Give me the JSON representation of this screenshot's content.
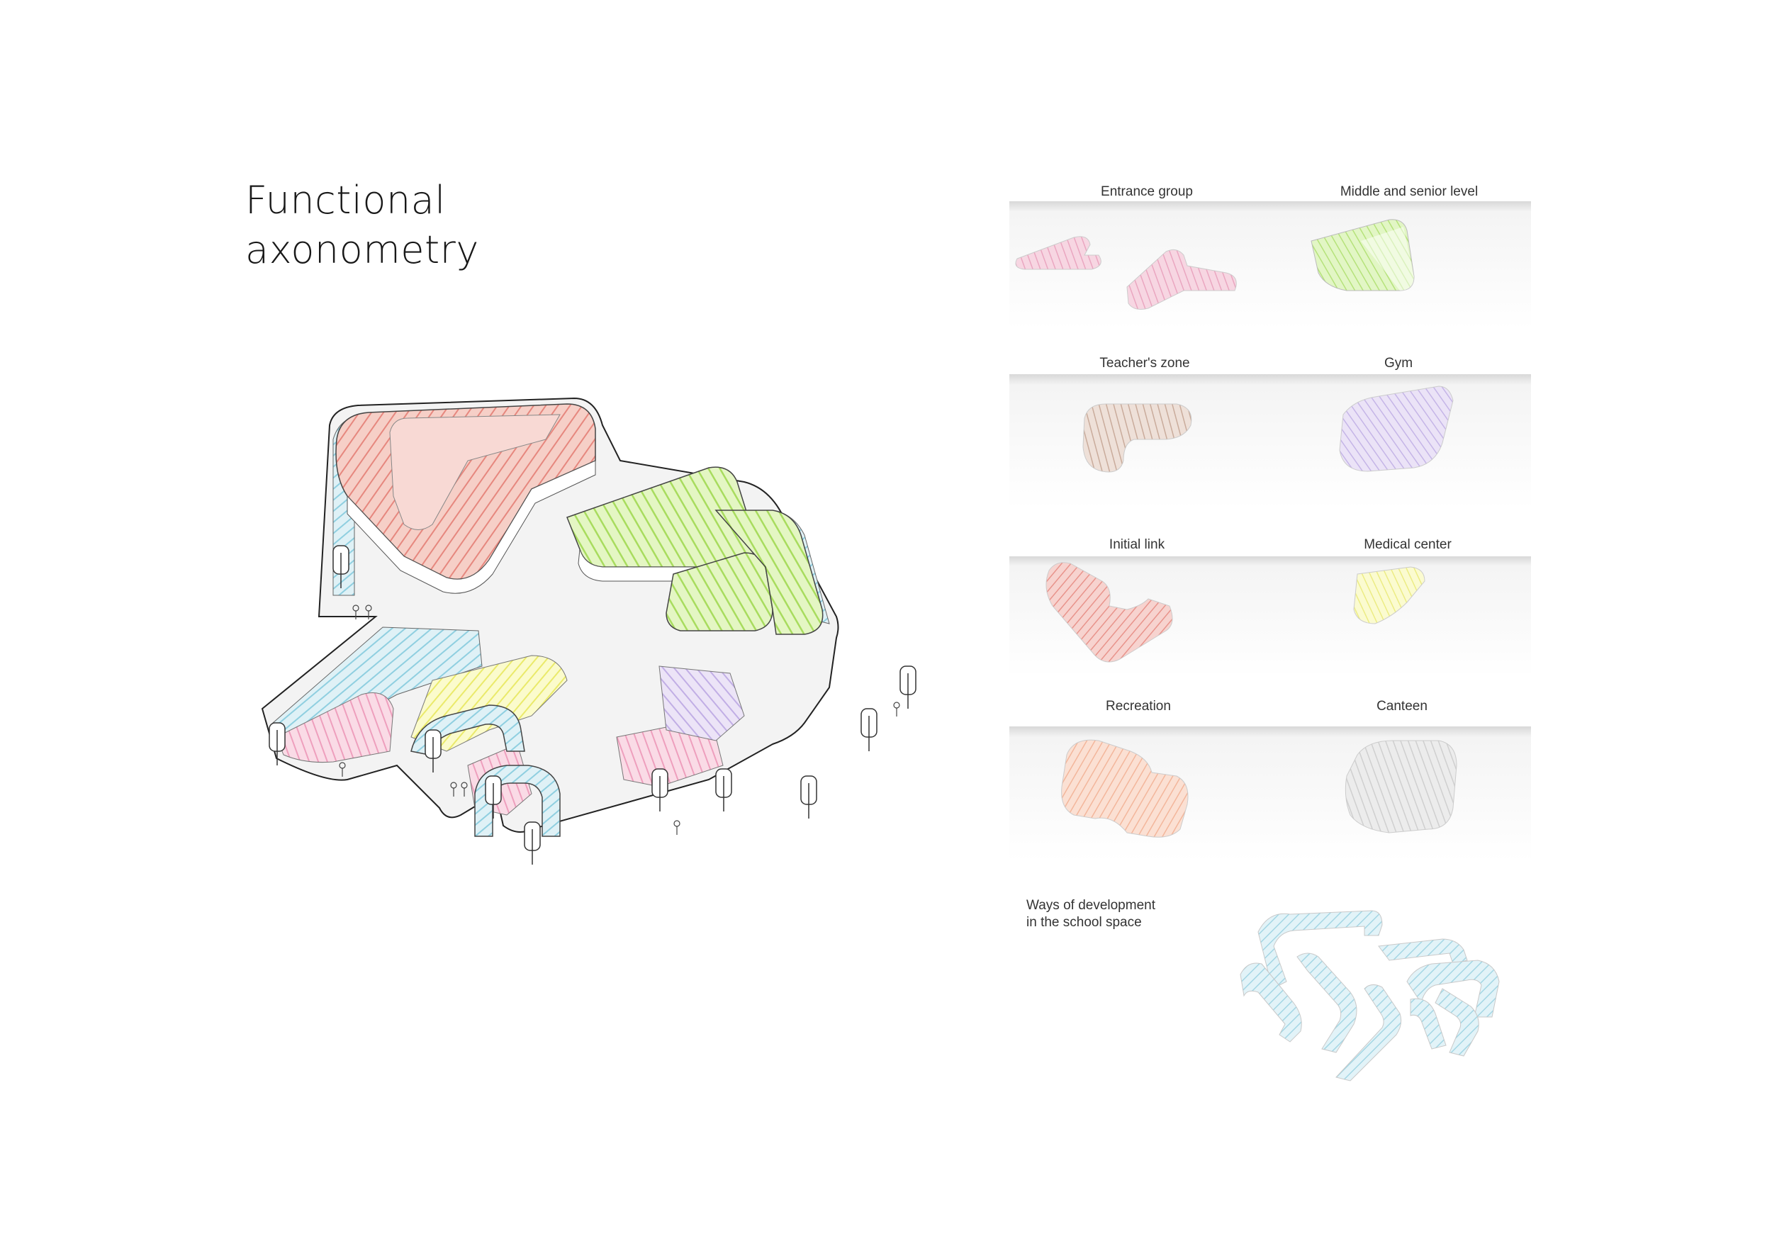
{
  "title": {
    "line1": "Functional",
    "line2": "axonometry"
  },
  "legend": [
    {
      "label": "Entrance group",
      "color": "#f2b6cc"
    },
    {
      "label": "Middle and senior level",
      "color": "#c9ec8f"
    },
    {
      "label": "Teacher's zone",
      "color": "#d8c2b6"
    },
    {
      "label": "Gym",
      "color": "#cbbde8"
    },
    {
      "label": "Initial link",
      "color": "#ef9e98"
    },
    {
      "label": "Medical center",
      "color": "#f0f08a"
    },
    {
      "label": "Recreation",
      "color": "#f7bda4"
    },
    {
      "label": "Canteen",
      "color": "#d3d3d3"
    }
  ],
  "ways": {
    "line1": "Ways of development",
    "line2": "in the school space",
    "color": "#a9d9e6"
  }
}
